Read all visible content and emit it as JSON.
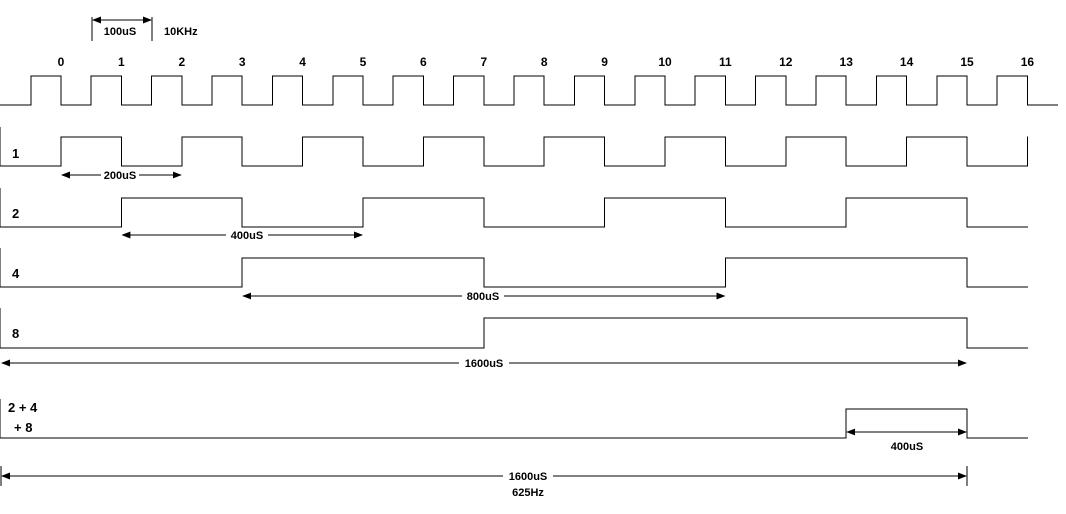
{
  "clock": {
    "period_label": "100uS",
    "frequency_label": "10KHz",
    "tick_labels": [
      "0",
      "1",
      "2",
      "3",
      "4",
      "5",
      "6",
      "7",
      "8",
      "9",
      "10",
      "11",
      "12",
      "13",
      "14",
      "15",
      "16"
    ]
  },
  "signals": [
    {
      "id": "div1",
      "label": "1",
      "transitions": [
        [
          0,
          1
        ],
        [
          1,
          0
        ],
        [
          2,
          1
        ],
        [
          3,
          0
        ],
        [
          4,
          1
        ],
        [
          5,
          0
        ],
        [
          6,
          1
        ],
        [
          7,
          0
        ],
        [
          8,
          1
        ],
        [
          9,
          0
        ],
        [
          10,
          1
        ],
        [
          11,
          0
        ],
        [
          12,
          1
        ],
        [
          13,
          0
        ],
        [
          14,
          1
        ],
        [
          15,
          0
        ],
        [
          16,
          1
        ]
      ],
      "measure": {
        "from": 0,
        "to": 2,
        "label": "200uS"
      }
    },
    {
      "id": "div2",
      "label": "2",
      "transitions": [
        [
          1,
          1
        ],
        [
          3,
          0
        ],
        [
          5,
          1
        ],
        [
          7,
          0
        ],
        [
          9,
          1
        ],
        [
          11,
          0
        ],
        [
          13,
          1
        ],
        [
          15,
          0
        ]
      ],
      "measure": {
        "from": 1,
        "to": 5,
        "label": "400uS"
      }
    },
    {
      "id": "div4",
      "label": "4",
      "transitions": [
        [
          3,
          1
        ],
        [
          7,
          0
        ],
        [
          11,
          1
        ],
        [
          15,
          0
        ]
      ],
      "measure": {
        "from": 3,
        "to": 11,
        "label": "800uS"
      }
    },
    {
      "id": "div8",
      "label": "8",
      "transitions": [
        [
          7,
          1
        ],
        [
          15,
          0
        ]
      ],
      "measure": {
        "from": "start",
        "to": 15,
        "label": "1600uS"
      }
    },
    {
      "id": "sum",
      "label": "2 + 4",
      "label_line2": "+ 8",
      "transitions": [
        [
          13,
          1
        ],
        [
          15,
          0
        ]
      ],
      "measure": {
        "from": 13,
        "to": 15,
        "label": "400uS"
      }
    }
  ],
  "total": {
    "period_label": "1600uS",
    "frequency_label": "625Hz"
  }
}
